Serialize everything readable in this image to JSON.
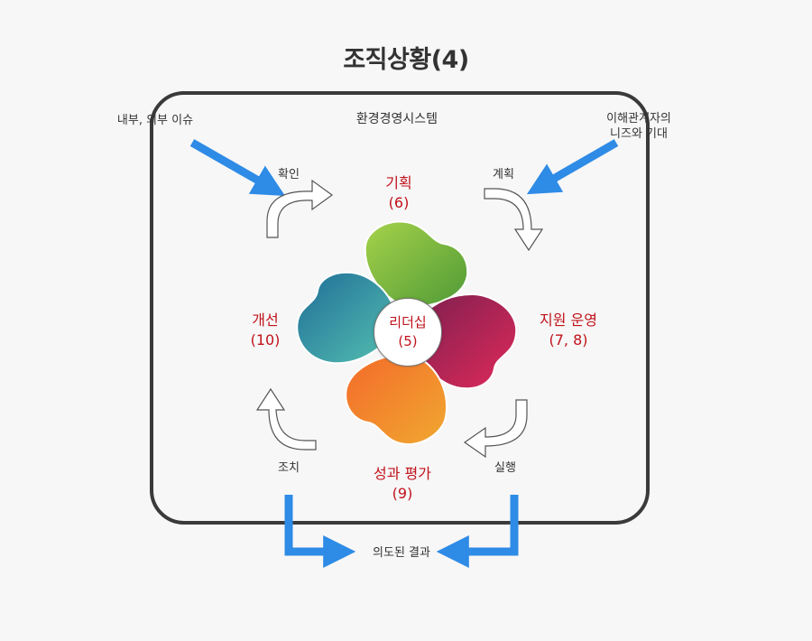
{
  "title": "조직상황(4)",
  "frame_label": "환경경영시스템",
  "external_issues": "내부, 외부 이슈",
  "stakeholders_line1": "이해관계자의",
  "stakeholders_line2": "니즈와 기대",
  "cycle": {
    "check": "확인",
    "plan_step": "계획",
    "do_step": "실행",
    "act_step": "조치"
  },
  "planning": {
    "label": "기획",
    "clause": "(6)"
  },
  "support": {
    "label": "지원 운영",
    "clause": "(7, 8)"
  },
  "evaluation": {
    "label": "성과 평가",
    "clause": "(9)"
  },
  "improvement": {
    "label": "개선",
    "clause": "(10)"
  },
  "leadership": {
    "label": "리더십",
    "clause": "(5)"
  },
  "outcome": "의도된 결과",
  "colors": {
    "arrow_blue": "#2e8be6",
    "accent_red": "#c0121b",
    "green": "#7cb33a",
    "magenta": "#b5265a",
    "orange": "#f07a22",
    "teal": "#2a93a8"
  }
}
